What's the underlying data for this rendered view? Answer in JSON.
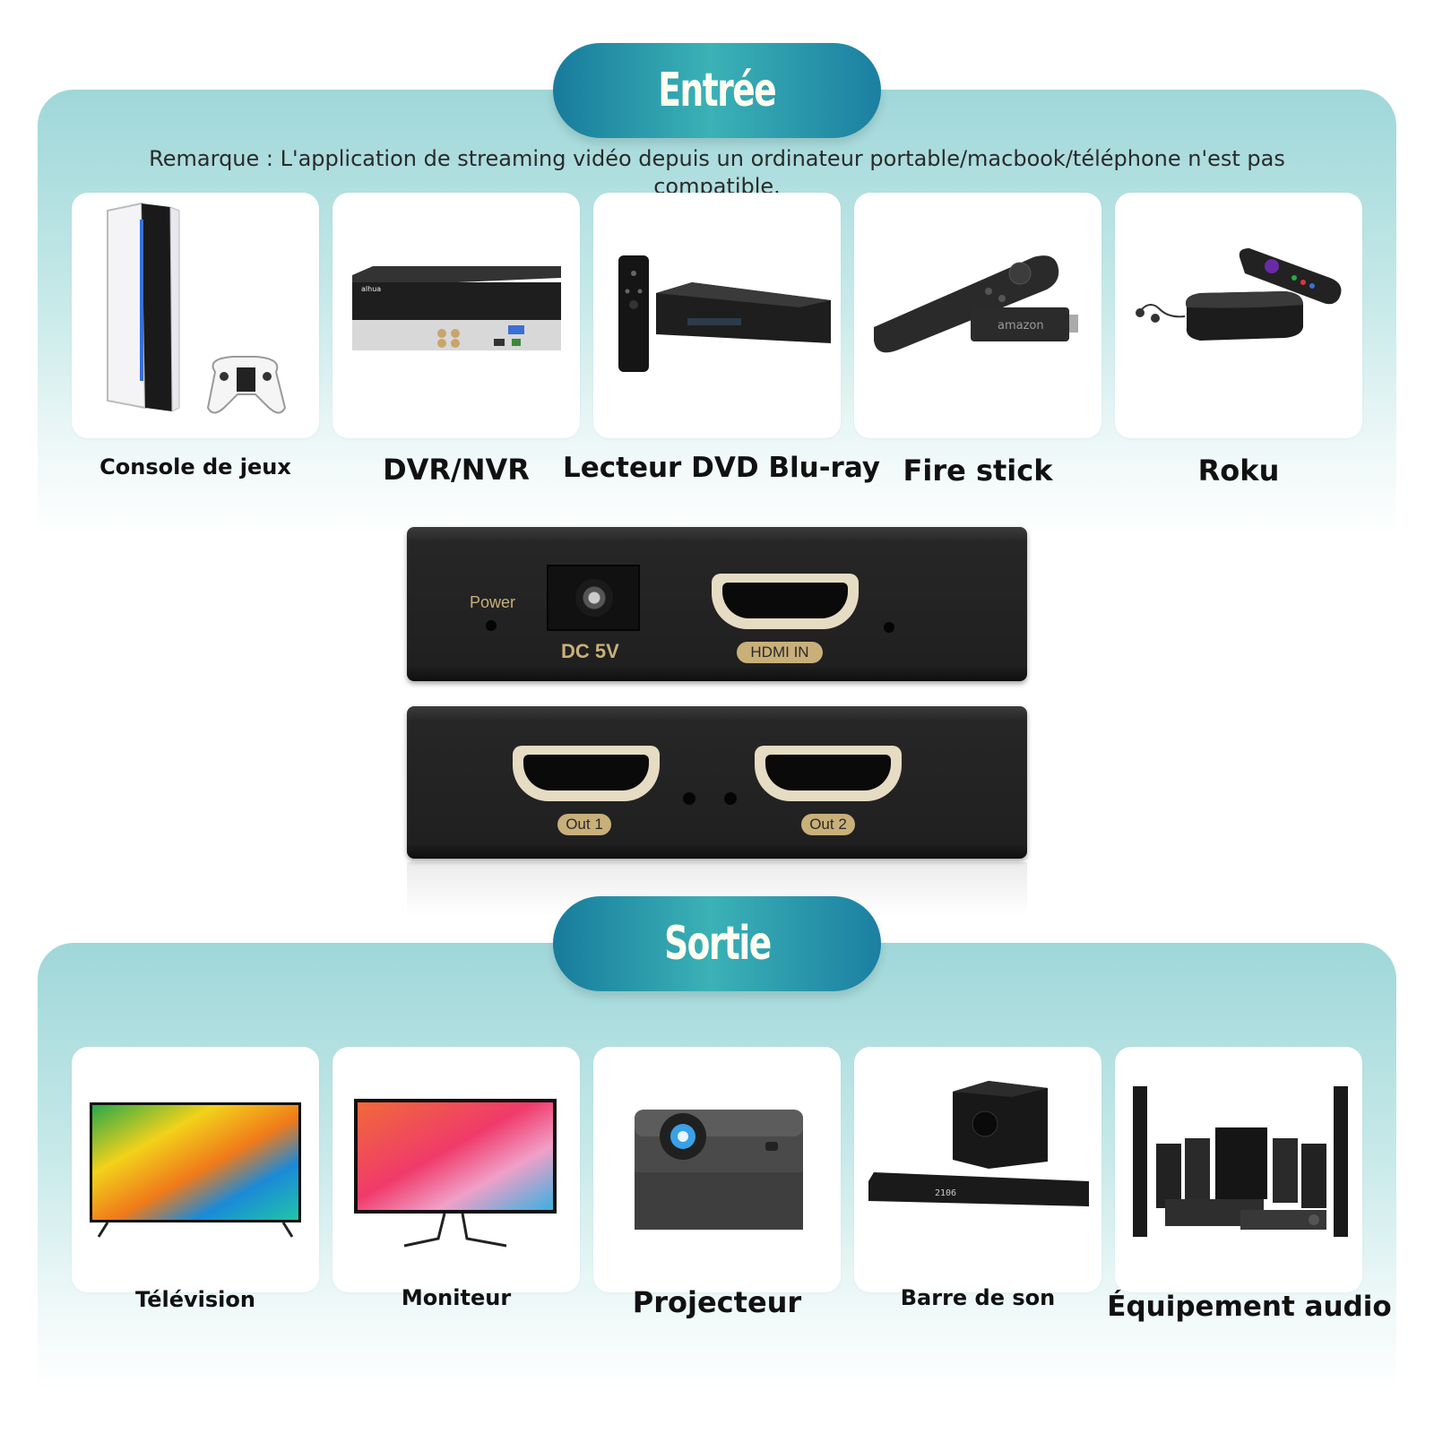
{
  "input_section": {
    "title": "Entrée",
    "note": "Remarque : L'application de streaming vidéo depuis un ordinateur portable/macbook/téléphone n'est pas compatible.",
    "devices": [
      {
        "label": "Console de jeux",
        "icon": "game-console-icon"
      },
      {
        "label": "DVR/NVR",
        "icon": "dvr-recorder-icon"
      },
      {
        "label": "Lecteur DVD Blu-ray",
        "icon": "bluray-player-icon"
      },
      {
        "label": "Fire stick",
        "icon": "fire-stick-icon"
      },
      {
        "label": "Roku",
        "icon": "roku-box-icon"
      }
    ]
  },
  "device": {
    "power_label": "Power",
    "dc_label": "DC 5V",
    "hdmi_in_label": "HDMI IN",
    "out1_label": "Out 1",
    "out2_label": "Out 2"
  },
  "output_section": {
    "title": "Sortie",
    "devices": [
      {
        "label": "Télévision",
        "icon": "television-icon"
      },
      {
        "label": "Moniteur",
        "icon": "monitor-icon"
      },
      {
        "label": "Projecteur",
        "icon": "projector-icon"
      },
      {
        "label": "Barre de son",
        "icon": "soundbar-icon"
      },
      {
        "label": "Équipement audio",
        "icon": "home-theater-icon"
      }
    ]
  },
  "colors": {
    "panel_top": "#9fd7d9",
    "pill_dark": "#177b9c",
    "pill_light": "#3bb2b6",
    "pill_text": "#fffef0",
    "device_body": "#202020",
    "silk_gold": "#c9b07a"
  }
}
